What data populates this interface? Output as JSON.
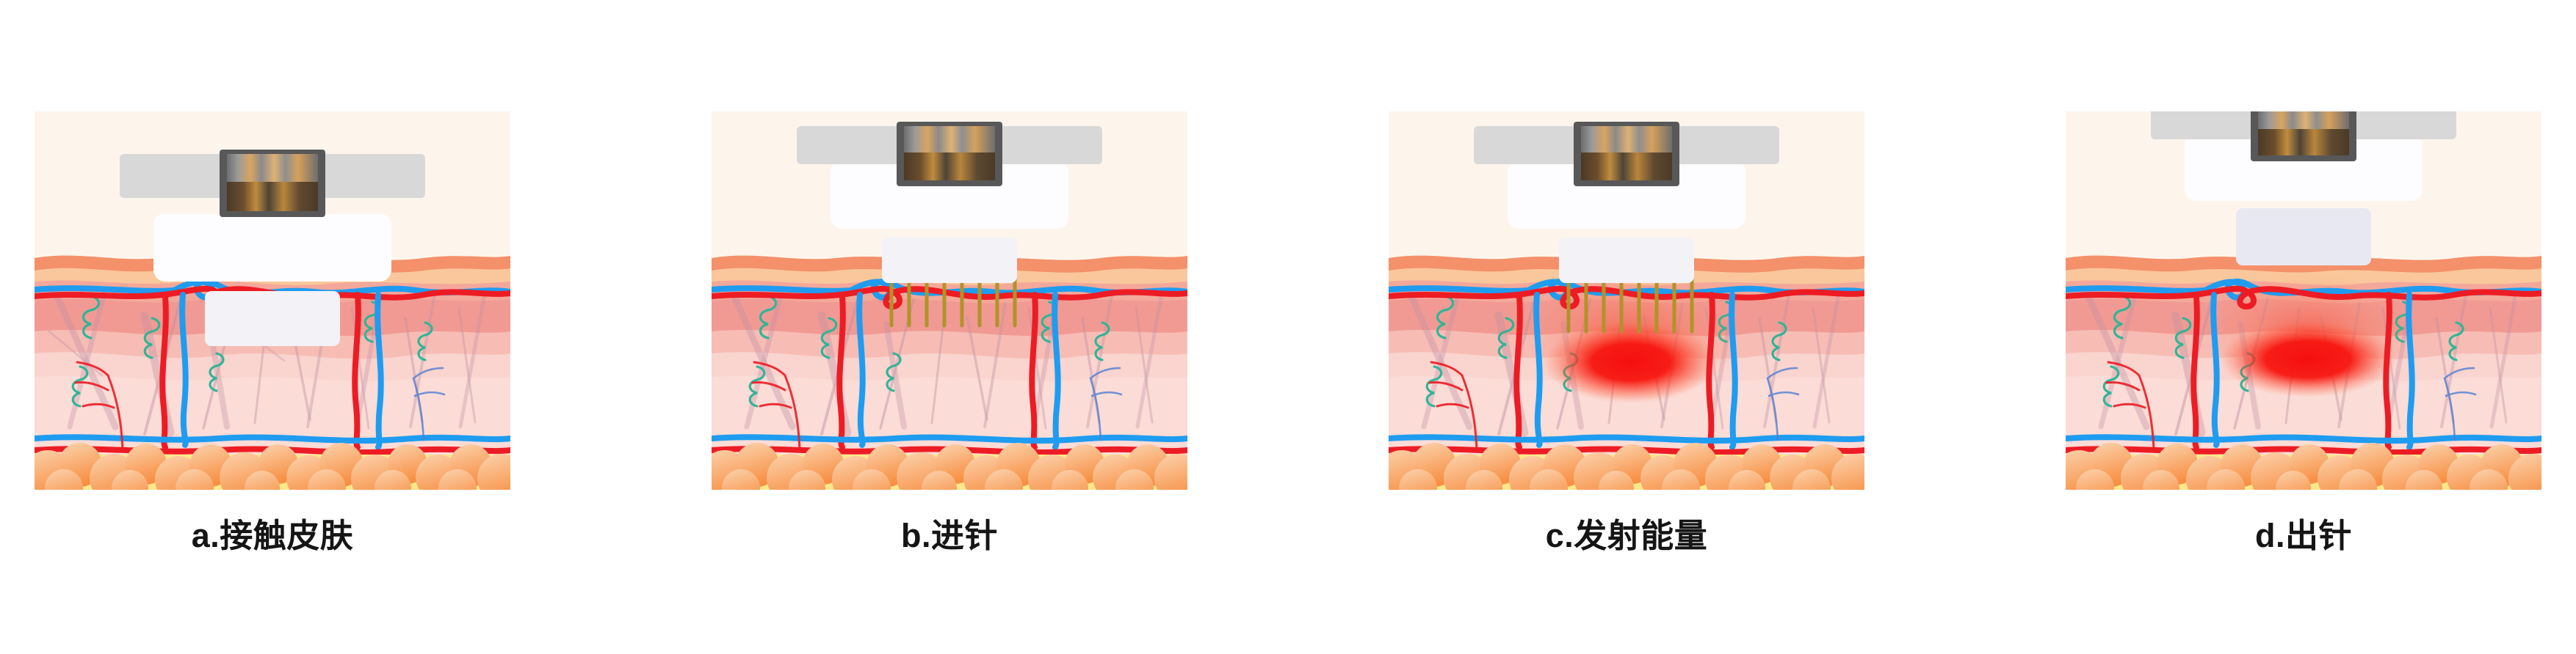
{
  "figure": {
    "title": "",
    "type": "microneedling-rf-procedure-steps",
    "panel_count": 4
  },
  "panels": [
    {
      "id": "a",
      "caption": "a.接触皮肤",
      "caption_en_meaning": "contact skin",
      "device_state": "resting-on-skin",
      "needles_visible": false,
      "needle_count": 0,
      "energy_visible": false
    },
    {
      "id": "b",
      "caption": "b.进针",
      "caption_en_meaning": "needle insertion",
      "device_state": "needles-inserted",
      "needles_visible": true,
      "needle_count": 8,
      "energy_visible": false
    },
    {
      "id": "c",
      "caption": "c.发射能量",
      "caption_en_meaning": "emit energy",
      "device_state": "needles-inserted-emitting",
      "needles_visible": true,
      "needle_count": 8,
      "energy_visible": true
    },
    {
      "id": "d",
      "caption": "d.出针",
      "caption_en_meaning": "needle withdrawal",
      "device_state": "needles-withdrawn",
      "needles_visible": false,
      "needle_count": 0,
      "energy_visible": true
    }
  ],
  "anatomy": {
    "layers": [
      {
        "name": "air-above-skin",
        "color": "#fdf5ec"
      },
      {
        "name": "stratum-corneum",
        "color": "#f4906a"
      },
      {
        "name": "epidermis",
        "color": "#f9c79b"
      },
      {
        "name": "papillary-dermis",
        "color": "#f4a89a"
      },
      {
        "name": "upper-dermis",
        "color": "#f19a93"
      },
      {
        "name": "mid-dermis",
        "color": "#f7bdb5"
      },
      {
        "name": "deep-dermis",
        "color": "#fad4ce"
      },
      {
        "name": "dermis-base",
        "color": "#fbdcd6"
      },
      {
        "name": "hypodermis-base",
        "color": "#fbe88a"
      },
      {
        "name": "subcutaneous-fat",
        "color": "#f79f55"
      }
    ],
    "structures": [
      {
        "name": "artery",
        "color": "#ed1c24"
      },
      {
        "name": "vein",
        "color": "#1f9cf0"
      },
      {
        "name": "collagen-fiber",
        "color": "#bf8fa3"
      },
      {
        "name": "sweat-gland",
        "color": "#2fb598"
      },
      {
        "name": "fat-cell",
        "color": "#f9ae6c"
      }
    ]
  },
  "device": {
    "name": "rf-microneedling-handpiece",
    "body_color": "#ffffff",
    "cartridge_bar_color": "#d8d8d8",
    "cartridge_module_color": "#5a5a5a",
    "cartridge_contacts_color": "#b07b34",
    "needle_color": "#b09329",
    "needle_count": 8
  },
  "energy": {
    "name": "rf-thermal-coagulation-zone",
    "core_color": "#f50f0f",
    "glow_color": "#ff3a2a",
    "label": ""
  },
  "caption_style": {
    "color": "#151515",
    "weight": "bold"
  }
}
